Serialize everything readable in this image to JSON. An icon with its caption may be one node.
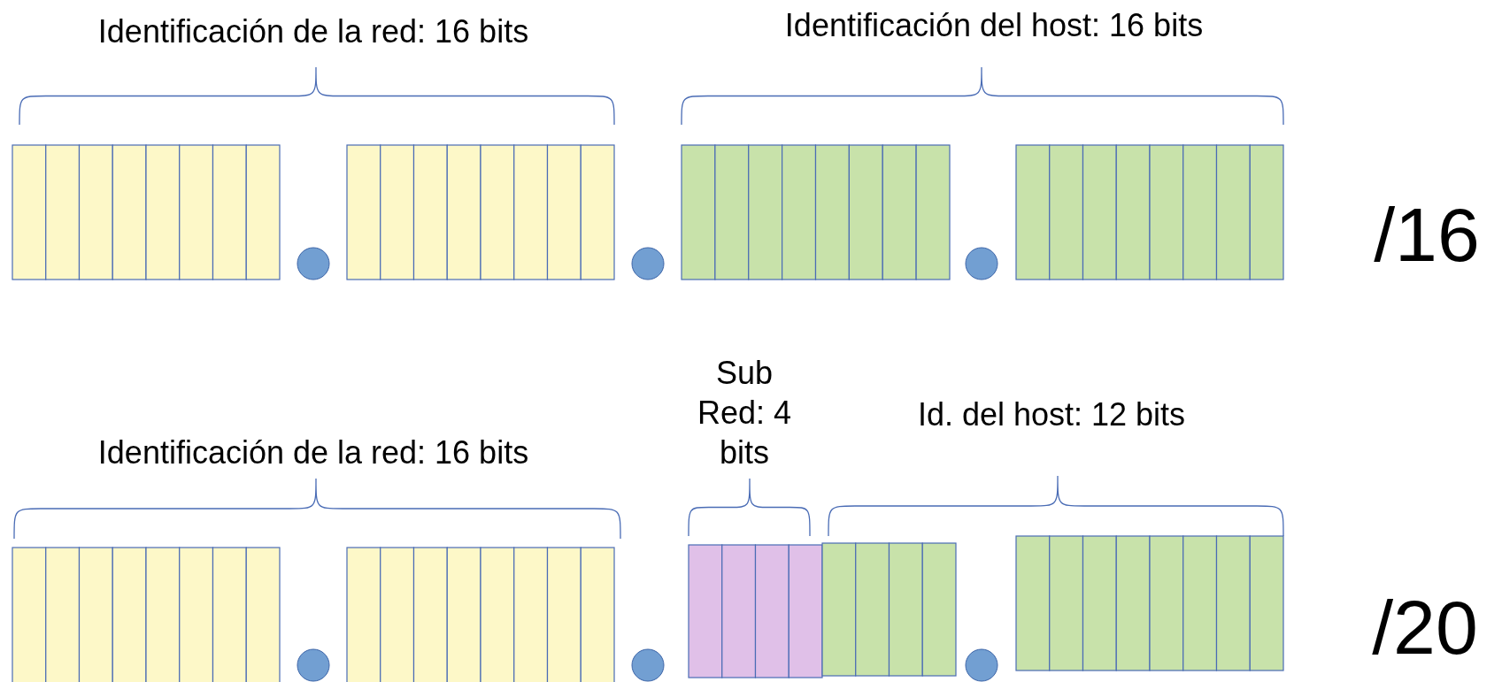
{
  "diagram": {
    "labels": [
      "Identificación de la red: 16 bits",
      "Identificación del host: 16 bits",
      "/16",
      "Sub Red: 4 bits",
      "Id. del host: 12 bits",
      "Identificación de la red: 16 bits",
      "/20"
    ]
  }
}
